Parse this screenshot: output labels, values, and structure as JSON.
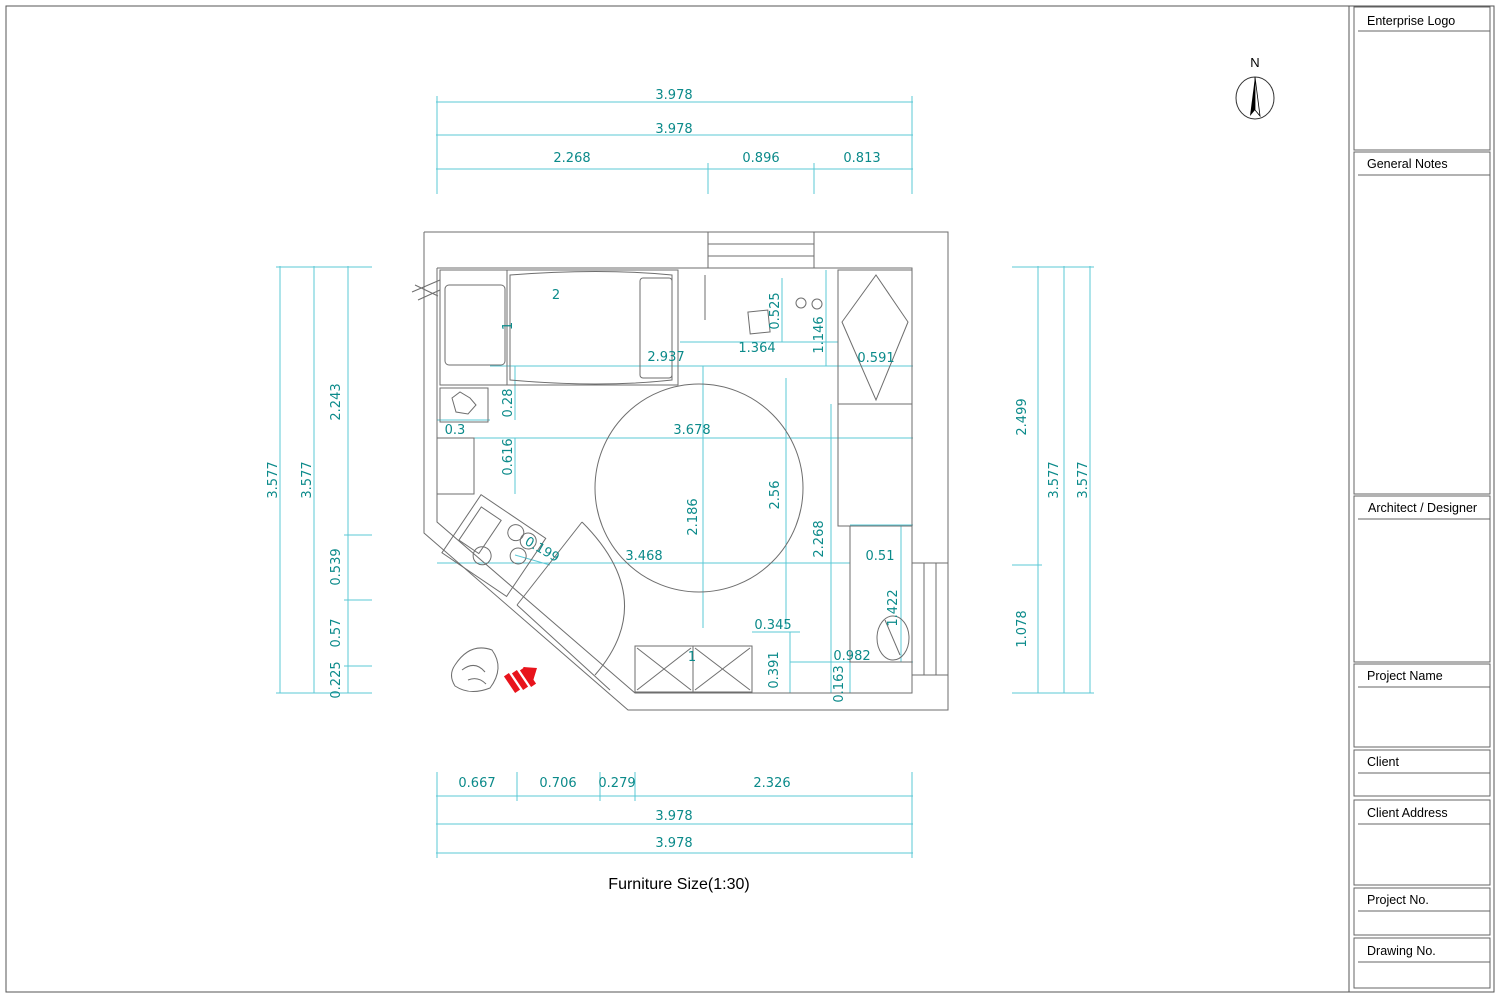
{
  "drawing": {
    "caption": "Furniture Size(1:30)",
    "north_label": "N",
    "room_labels": {
      "bed": "2",
      "pillow": "1",
      "cabinet": "1"
    }
  },
  "dimensions": {
    "top_1": "3.978",
    "top_2": "3.978",
    "top_seg_1": "2.268",
    "top_seg_2": "0.896",
    "top_seg_3": "0.813",
    "bottom_seg_1": "0.667",
    "bottom_seg_2": "0.706",
    "bottom_seg_3": "0.279",
    "bottom_seg_4": "2.326",
    "bottom_1": "3.978",
    "bottom_2": "3.978",
    "left_1": "3.577",
    "left_2": "3.577",
    "left_seg_1": "2.243",
    "left_seg_2": "0.539",
    "left_seg_3": "0.57",
    "left_seg_4": "0.225",
    "right_seg_1": "2.499",
    "right_seg_2": "1.078",
    "right_1": "3.577",
    "right_2": "3.577",
    "in_2937": "2.937",
    "in_1364": "1.364",
    "in_0525": "0.525",
    "in_1146": "1.146",
    "in_0591": "0.591",
    "in_028": "0.28",
    "in_03": "0.3",
    "in_3678": "3.678",
    "in_0616": "0.616",
    "in_2186": "2.186",
    "in_256": "2.56",
    "in_2268": "2.268",
    "in_0199": "0.199",
    "in_3468": "3.468",
    "in_051": "0.51",
    "in_1422": "1.422",
    "in_0345": "0.345",
    "in_0391": "0.391",
    "in_0982": "0.982",
    "in_0163": "0.163"
  },
  "title_block": {
    "enterprise_logo": "Enterprise Logo",
    "general_notes": "General Notes",
    "architect": "Architect / Designer",
    "project_name": "Project Name",
    "client": "Client",
    "client_address": "Client Address",
    "project_no": "Project No.",
    "drawing_no": "Drawing No."
  },
  "colors": {
    "dimension": "#0b8a8a",
    "line": "#7a7a7a",
    "dimline": "#5bc8d6",
    "entry_arrow": "#e8141c"
  }
}
